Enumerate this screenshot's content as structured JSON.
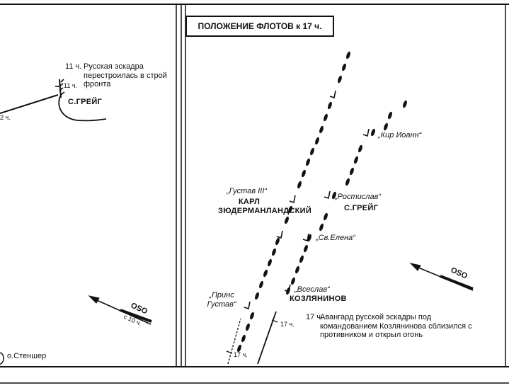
{
  "title": "ПОЛОЖЕНИЕ ФЛОТОВ к 17 ч.",
  "left_panel": {
    "note_time": "11 ч.",
    "note": "Русская эскадра перестроилась в строй фронта",
    "marker_time": "11 ч.",
    "flagship": "С.ГРЕЙГ",
    "edge_label": "2 ч.",
    "wind": {
      "direction": "OSO",
      "time": "с 10 ч."
    },
    "place": "о.Стеншер"
  },
  "right_panel": {
    "swedish_ships": [
      "„Густав III“",
      "„Принс Густав“"
    ],
    "swedish_commander": "КАРЛ ЗЮДЕРМАНЛАНДСКИЙ",
    "russian_ships": [
      "„Кир Иоанн“",
      "„Ростислав“",
      "„Св.Елена“",
      "„Всеслав“"
    ],
    "russian_flagship_commander": "С.ГРЕЙГ",
    "russian_vanguard_commander": "КОЗЛЯНИНОВ",
    "time_marks": [
      "17 ч.",
      "17 ч."
    ],
    "wind": {
      "direction": "OSO"
    },
    "note_time": "17 ч.",
    "note": "Авангард русской эскадры под командованием Козлянинова сблизился с противником и открыл огонь"
  }
}
